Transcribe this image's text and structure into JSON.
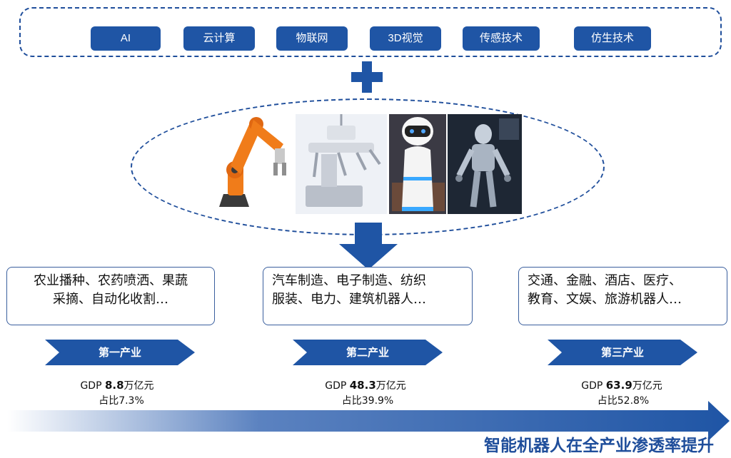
{
  "technologies": [
    "AI",
    "云计算",
    "物联网",
    "3D视觉",
    "传感技术",
    "仿生技术"
  ],
  "robots": [
    {
      "icon": "industrial-robot-arm-icon"
    },
    {
      "icon": "surgical-robot-icon"
    },
    {
      "icon": "service-robot-icon"
    },
    {
      "icon": "humanoid-robot-icon"
    }
  ],
  "industries": [
    {
      "apps": [
        "农业播种、农药喷洒、果蔬",
        "采摘、自动化收割…"
      ],
      "label": "第一产业",
      "gdp_prefix": "GDP ",
      "gdp_value": "8.8",
      "gdp_unit": "万亿元",
      "share": "占比7.3%"
    },
    {
      "apps": [
        "汽车制造、电子制造、纺织",
        "服装、电力、建筑机器人…"
      ],
      "label": "第二产业",
      "gdp_prefix": "GDP ",
      "gdp_value": "48.3",
      "gdp_unit": "万亿元",
      "share": "占比39.9%"
    },
    {
      "apps": [
        "交通、金融、酒店、医疗、",
        "教育、文娱、旅游机器人…"
      ],
      "label": "第三产业",
      "gdp_prefix": "GDP ",
      "gdp_value": "63.9",
      "gdp_unit": "万亿元",
      "share": "占比52.8%"
    }
  ],
  "bottom_title": "智能机器人在全产业渗透率提升",
  "colors": {
    "primary": "#1f55a5",
    "dark": "#1f4e9b",
    "robot_orange": "#f07c1a"
  }
}
